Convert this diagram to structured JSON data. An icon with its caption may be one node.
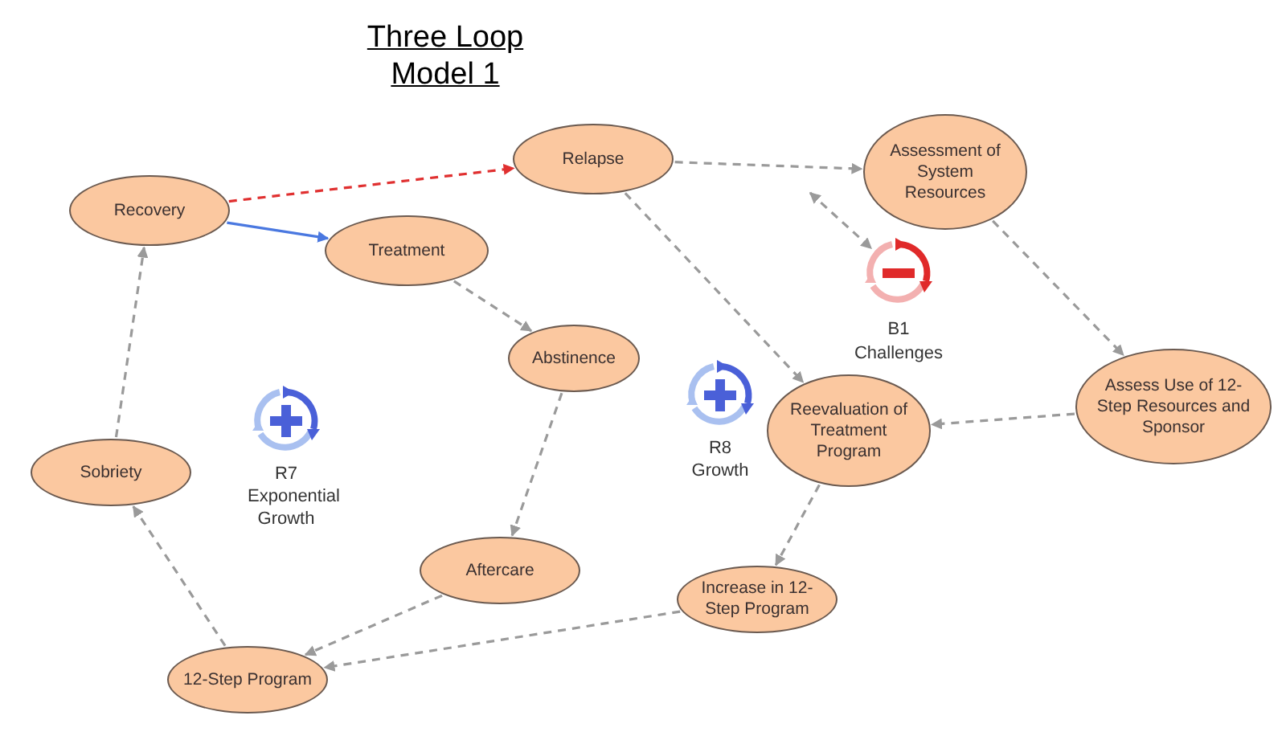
{
  "diagram": {
    "title": "Three Loop Model 1",
    "nodes": [
      {
        "text": [
          "Recovery"
        ]
      },
      {
        "text": [
          "Relapse"
        ]
      },
      {
        "text": [
          "Assessment of System Resources"
        ]
      },
      {
        "text": [
          "Treatment"
        ]
      },
      {
        "text": [
          "Abstinence"
        ]
      },
      {
        "text": [
          "Reevaluation of Treatment Program"
        ]
      },
      {
        "text": [
          "Assess Use of 12-Step Resources and Sponsor"
        ]
      },
      {
        "text": [
          "Sobriety"
        ]
      },
      {
        "text": [
          "Aftercare"
        ]
      },
      {
        "text": [
          "Increase in 12-Step Program"
        ]
      },
      {
        "text": [
          "12-Step Program"
        ]
      },
      {
        "text": [],
        "shape": "picture",
        "beside": [
          "B1 Challenges"
        ]
      }
    ],
    "edges": [
      {
        "from": 0,
        "to": 1,
        "arrow": "to",
        "style": "dashed",
        "color": "#e03030"
      },
      {
        "from": 0,
        "to": 3,
        "arrow": "to",
        "color": "#4a78e0"
      },
      {
        "from": 3,
        "to": 4,
        "arrow": "to",
        "style": "dashed"
      },
      {
        "from": 1,
        "to": 2,
        "arrow": "to",
        "style": "dashed"
      },
      {
        "from": 1,
        "to": 5,
        "arrow": "to",
        "style": "dashed"
      },
      {
        "from": 2,
        "to": 6,
        "arrow": "to",
        "style": "dashed"
      },
      {
        "from": 6,
        "to": 5,
        "arrow": "to",
        "style": "dashed"
      },
      {
        "from": 4,
        "to": 8,
        "arrow": "to",
        "style": "dashed"
      },
      {
        "from": 5,
        "to": 9,
        "arrow": "to",
        "style": "dashed"
      },
      {
        "from": 8,
        "to": 10,
        "arrow": "to",
        "style": "dashed"
      },
      {
        "from": 9,
        "to": 10,
        "arrow": "to",
        "style": "dashed"
      },
      {
        "from": 10,
        "to": 7,
        "arrow": "to",
        "style": "dashed"
      },
      {
        "from": 7,
        "to": 0,
        "arrow": "to",
        "style": "dashed"
      },
      {
        "from": null,
        "to": 11,
        "arrow": "both",
        "style": "dashed"
      }
    ],
    "labels": [
      "R7 Exponential Growth",
      "R8 Growth"
    ]
  }
}
